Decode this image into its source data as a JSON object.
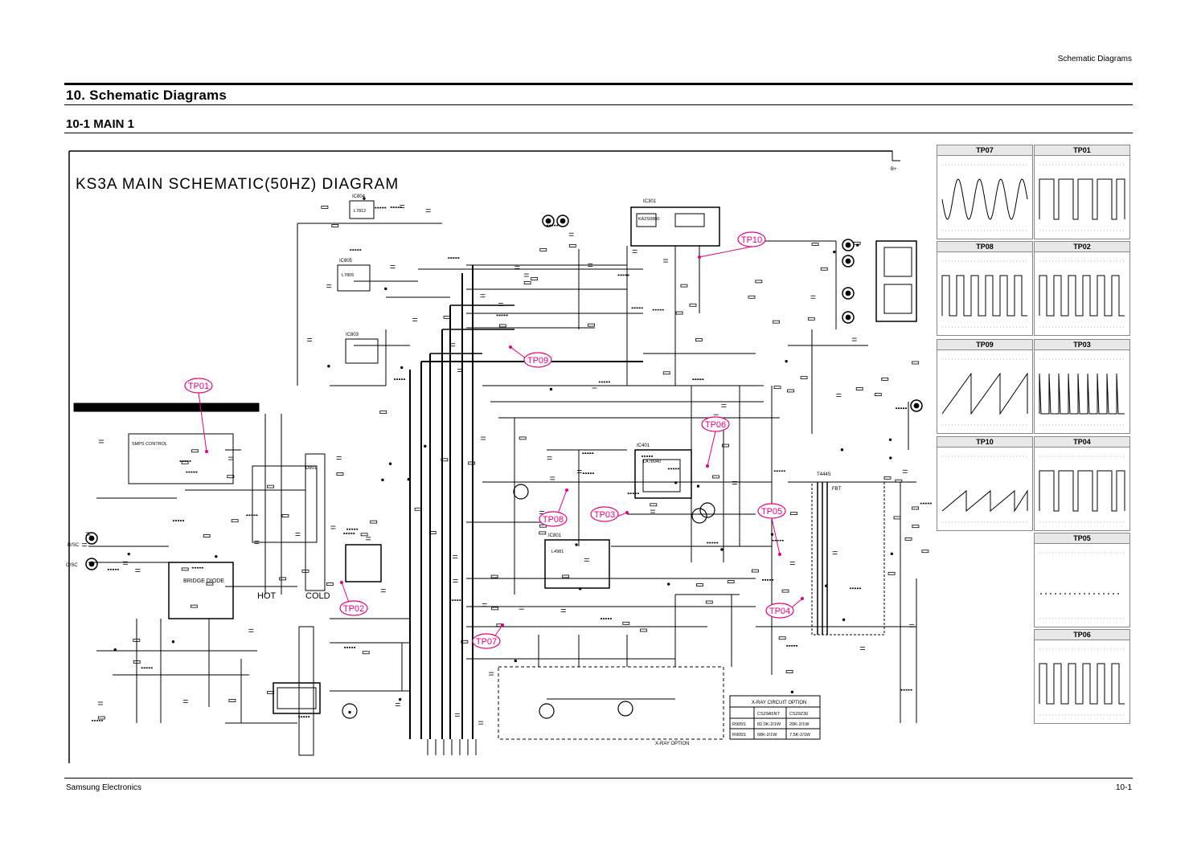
{
  "header": {
    "section_label": "Schematic Diagrams"
  },
  "page_title": "10. Schematic Diagrams",
  "section_title": "10-1 MAIN 1",
  "diagram": {
    "title": "KS3A MAIN SCHEMATIC(50HZ) DIAGRAM",
    "hot_label": "HOT",
    "cold_label": "COLD",
    "bridge_label": "BRIDGE DIODE",
    "ic_labels": [
      "IC804",
      "IC805",
      "IC803",
      "IC801",
      "IC401",
      "IC301",
      "D801"
    ],
    "ic_parts": [
      "SMPS CONTROL",
      "L7812",
      "L7805",
      "LA78040",
      "L4981",
      "KA2S0880"
    ],
    "connector_labels": [
      "R/SC",
      "G/SC",
      "B+",
      "T444S",
      "FBT"
    ],
    "xray_table": {
      "title": "X-RAY CIRCUIT OPTION",
      "headers": [
        "",
        "CS29A5NT",
        "CS29Z30"
      ],
      "rows": [
        [
          "R905S",
          "82.0K-2/1W",
          "20K-2/1W"
        ],
        [
          "R905S",
          "68K-2/1W",
          "7.5K-2/1W"
        ]
      ]
    },
    "xray_label": "X-RAY OPTION",
    "test_points": [
      "TP01",
      "TP02",
      "TP03",
      "TP04",
      "TP05",
      "TP06",
      "TP07",
      "TP08",
      "TP09",
      "TP10"
    ]
  },
  "waveforms": {
    "panels": [
      {
        "label": "TP07",
        "kind": "sine"
      },
      {
        "label": "TP01",
        "kind": "pulse"
      },
      {
        "label": "TP08",
        "kind": "square"
      },
      {
        "label": "TP02",
        "kind": "square"
      },
      {
        "label": "TP09",
        "kind": "saw"
      },
      {
        "label": "TP03",
        "kind": "spikes"
      },
      {
        "label": "TP10",
        "kind": "ramp"
      },
      {
        "label": "TP04",
        "kind": "pulse"
      },
      {
        "label": "TP05",
        "kind": "dots"
      },
      {
        "label": "TP06",
        "kind": "square"
      }
    ]
  },
  "footer": {
    "company": "Samsung Electronics",
    "page_number": "10-1"
  },
  "colors": {
    "test_point": "#e6007e",
    "line": "#000000",
    "panel_bg": "#e8e8e8"
  }
}
